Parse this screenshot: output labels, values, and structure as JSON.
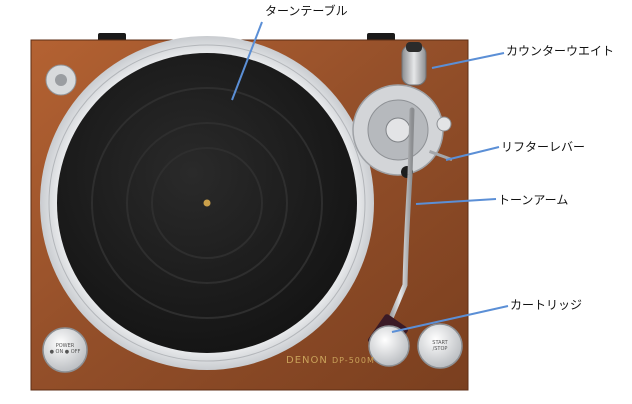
{
  "image": {
    "subject": "turntable-top-view",
    "colors": {
      "plinth": "#8a4a22",
      "plinth_light": "#a75b2c",
      "platter_rim": "#e9ecef",
      "mat": "#1b1b1b",
      "callout_line": "#5b8fd6",
      "metal": "#c7c9cc"
    }
  },
  "callouts": {
    "turntable": "ターンテーブル",
    "counterweight": "カウンターウエイト",
    "lifter": "リフターレバー",
    "tonearm": "トーンアーム",
    "cartridge": "カートリッジ"
  },
  "device": {
    "brand": "DENON",
    "model": "DP-500M",
    "power_label": "POWER",
    "power_sub": "● ON  ● OFF",
    "start_label": "START",
    "stop_label": "/STOP"
  }
}
